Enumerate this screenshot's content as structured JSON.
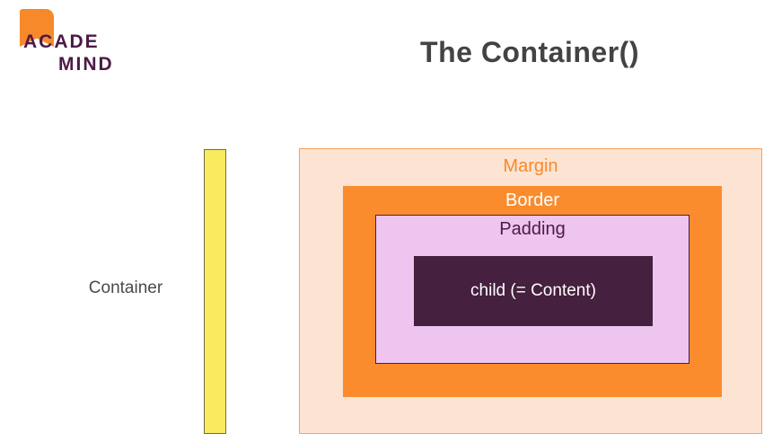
{
  "brand": {
    "logo_icon": "bookmark-flag-icon",
    "line1": "ACADE",
    "line2": "MIND",
    "mark_color": "#F7892B",
    "text_color": "#4C1A46"
  },
  "header": {
    "title": "The Container()",
    "title_color": "#434343"
  },
  "container_demo": {
    "label": "Container",
    "label_color": "#4A4A4A",
    "bar_fill": "#FAEB5E",
    "bar_stroke": "#6E6A4A"
  },
  "box_model": {
    "layers": [
      {
        "name": "margin",
        "label": "Margin",
        "fill": "#FDE4D2",
        "stroke": "#F5A05C",
        "label_color": "#F7892B"
      },
      {
        "name": "border",
        "label": "Border",
        "fill": "#FB8C2E",
        "stroke": "#FB8C2E",
        "label_color": "#FFFFFF"
      },
      {
        "name": "padding",
        "label": "Padding",
        "fill": "#EEC5EF",
        "stroke": "#4C1A46",
        "label_color": "#4C1A46"
      },
      {
        "name": "content",
        "label": "child (= Content)",
        "fill": "#46203F",
        "stroke": "#46203F",
        "label_color": "#FFFFFF"
      }
    ]
  },
  "page": {
    "background": "#FFFFFF"
  }
}
